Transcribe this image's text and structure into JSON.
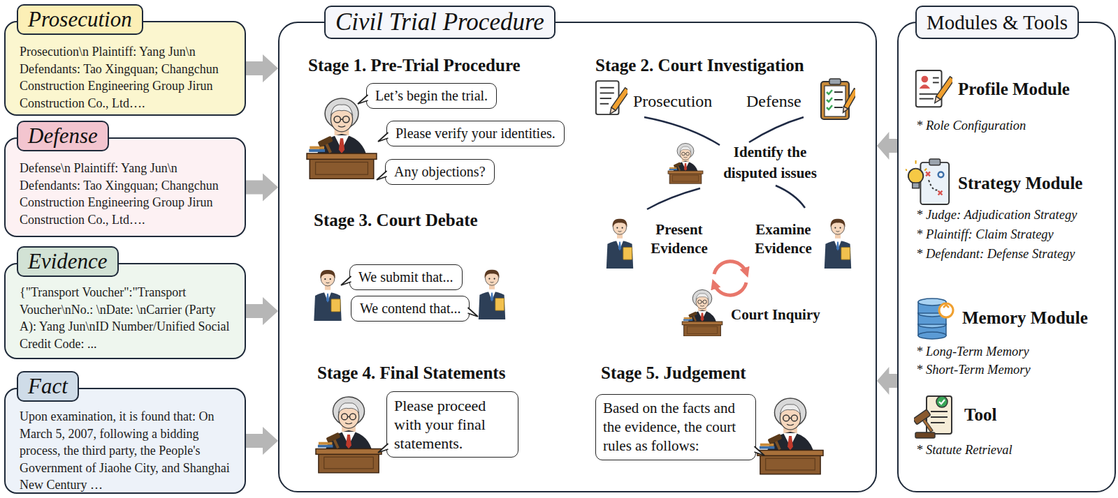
{
  "diagram": {
    "nodes": [
      {
        "text": [
          "Prosecution",
          "Prosecution\\n Plaintiff: Yang Jun\\n Defendants: Tao Xingquan; Changchun Construction Engineering Group Jirun Construction Co., Ltd…."
        ]
      },
      {
        "text": [
          "Defense",
          "Defense\\n Plaintiff: Yang Jun\\n Defendants: Tao Xingquan; Changchun Construction Engineering Group Jirun Construction Co., Ltd…."
        ]
      },
      {
        "text": [
          "Evidence",
          "{\"Transport Voucher\":\"Transport Voucher\\nNo.: \\nDate: \\nCarrier (Party A): Yang Jun\\nID Number/Unified Social Credit Code: ..."
        ]
      },
      {
        "text": [
          "Fact",
          "Upon examination, it is found that: On March 5, 2007, following a bidding process, the third party, the People's Government of Jiaohe City, and Shanghai New Century …"
        ]
      },
      {
        "text": [
          "Civil Trial Procedure"
        ]
      },
      {
        "text": [
          "Let’s begin the trial."
        ],
        "in": 4
      },
      {
        "text": [
          "Please verify your identities."
        ],
        "in": 4
      },
      {
        "text": [
          "Any objections?"
        ],
        "in": 4
      },
      {
        "text": [
          "We submit that..."
        ],
        "in": 4
      },
      {
        "text": [
          "We contend that..."
        ],
        "in": 4
      },
      {
        "text": [
          "Please proceed with your final statements."
        ],
        "in": 4
      },
      {
        "text": [
          "Based on the facts and the evidence, the court rules as follows:"
        ],
        "in": 4
      },
      {
        "text": [
          "Modules & Tools"
        ]
      }
    ],
    "edges": [
      {
        "from": 0,
        "to": 4,
        "arrow": "to"
      },
      {
        "from": 1,
        "to": 4,
        "arrow": "to"
      },
      {
        "from": 2,
        "to": 4,
        "arrow": "to"
      },
      {
        "from": 3,
        "to": 4,
        "arrow": "to"
      },
      {
        "from": 12,
        "to": 4,
        "arrow": "to"
      },
      {
        "from": 12,
        "to": 4,
        "arrow": "to"
      }
    ],
    "labels": [
      "Stage 1. Pre-Trial Procedure",
      "Stage 2. Court Investigation",
      "Prosecution",
      "Defense",
      "Identify the disputed issues",
      "Present Evidence",
      "Examine Evidence",
      "Court Inquiry",
      "Stage 3. Court Debate",
      "Stage 4. Final Statements",
      "Stage 5. Judgement",
      "Profile Module",
      "* Role Configuration",
      "Strategy Module",
      "* Judge: Adjudication Strategy",
      "* Plaintiff: Claim Strategy",
      "* Defendant: Defense Strategy",
      "Memory Module",
      "* Long-Term Memory",
      "* Short-Term Memory",
      "Tool",
      "* Statute Retrieval"
    ]
  }
}
